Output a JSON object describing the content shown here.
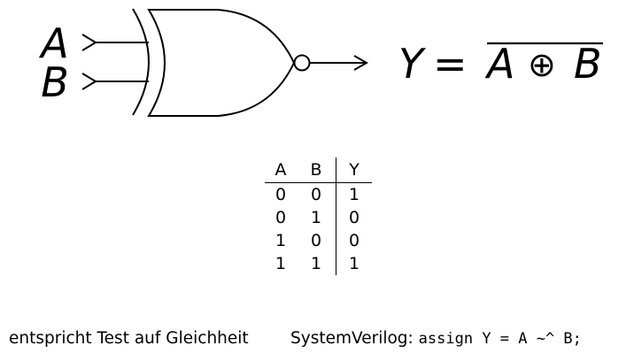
{
  "gate": {
    "type": "XNOR",
    "input_a": "A",
    "input_b": "B",
    "output_label": "Y",
    "equals": "=",
    "expr_a": "A",
    "operator": "⊕",
    "expr_b": "B"
  },
  "truth_table": {
    "headers": [
      "A",
      "B",
      "Y"
    ],
    "rows": [
      [
        "0",
        "0",
        "1"
      ],
      [
        "0",
        "1",
        "0"
      ],
      [
        "1",
        "0",
        "0"
      ],
      [
        "1",
        "1",
        "1"
      ]
    ]
  },
  "captions": {
    "left": "entspricht Test auf Gleichheit",
    "sv_label": "SystemVerilog:",
    "sv_code": "assign Y = A ~^ B;"
  }
}
